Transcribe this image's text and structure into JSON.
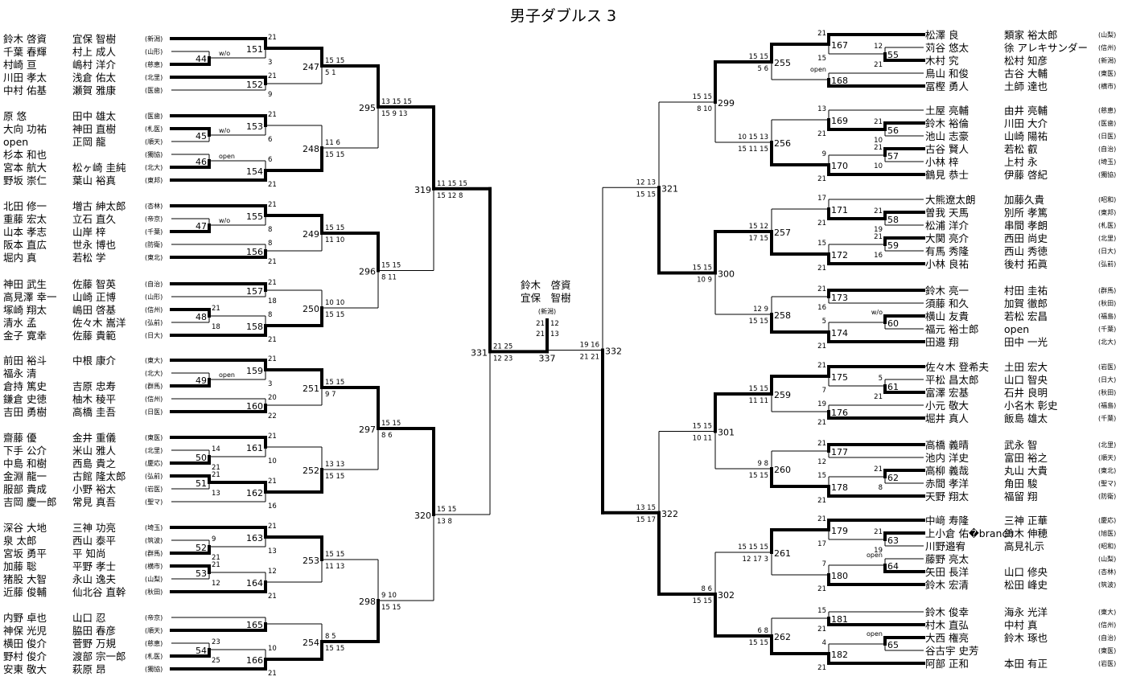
{
  "title": "男子ダブルス 3",
  "champion": {
    "n1": "鈴木　啓資",
    "n2": "宜保　智樹",
    "aff": "(新潟)"
  },
  "left": {
    "players": [
      {
        "n1": "鈴木 啓資",
        "n2": "宜保 智樹",
        "aff": "(新潟)"
      },
      {
        "n1": "千葉 春輝",
        "n2": "村上 成人",
        "aff": "(山形)"
      },
      {
        "n1": "村崎 亘",
        "n2": "嶋村 洋介",
        "aff": "(慈恵)"
      },
      {
        "n1": "川田 孝太",
        "n2": "浅倉 佑太",
        "aff": "(北里)"
      },
      {
        "n1": "中村 佑基",
        "n2": "瀬賀 雅康",
        "aff": "(医歯)"
      },
      {
        "n1": "原 悠",
        "n2": "田中 雄太",
        "aff": "(医歯)"
      },
      {
        "n1": "大向 功祐",
        "n2": "神田 直樹",
        "aff": "(札医)"
      },
      {
        "n1": "open",
        "n2": "正岡 龍",
        "aff": "(順天)"
      },
      {
        "n1": "杉本 和也",
        "n2": "",
        "aff": "(獨協)"
      },
      {
        "n1": "宮本 航大",
        "n2": "松ヶ崎 圭純",
        "aff": "(北大)"
      },
      {
        "n1": "野坂 崇仁",
        "n2": "葉山 裕真",
        "aff": "(東邦)"
      },
      {
        "n1": "北田 修一",
        "n2": "増古 紳太郎",
        "aff": "(杏林)"
      },
      {
        "n1": "重藤 宏太",
        "n2": "立石 直久",
        "aff": "(帝京)"
      },
      {
        "n1": "山本 孝志",
        "n2": "山岸 梓",
        "aff": "(千葉)"
      },
      {
        "n1": "阪本 直広",
        "n2": "世永 博也",
        "aff": "(防衛)"
      },
      {
        "n1": "堀内 真",
        "n2": "若松 学",
        "aff": "(東北)"
      },
      {
        "n1": "神田 武生",
        "n2": "佐藤 智英",
        "aff": "(自治)"
      },
      {
        "n1": "高見澤 幸一",
        "n2": "山崎 正博",
        "aff": "(山形)"
      },
      {
        "n1": "塚崎 翔太",
        "n2": "嶋田 啓基",
        "aff": "(信州)"
      },
      {
        "n1": "清水 孟",
        "n2": "佐々木 嵩洋",
        "aff": "(弘前)"
      },
      {
        "n1": "金子 寛幸",
        "n2": "佐藤 貴範",
        "aff": "(日大)"
      },
      {
        "n1": "前田 裕斗",
        "n2": "中根 康介",
        "aff": "(東大)"
      },
      {
        "n1": "福永 清",
        "n2": "",
        "aff": "(北大)"
      },
      {
        "n1": "倉持 篤史",
        "n2": "吉原 忠寿",
        "aff": "(群馬)"
      },
      {
        "n1": "鎌倉 史徳",
        "n2": "柚木 稜平",
        "aff": "(信州)"
      },
      {
        "n1": "吉田 勇樹",
        "n2": "高橋 圭吾",
        "aff": "(日医)"
      },
      {
        "n1": "齋藤 優",
        "n2": "金井 重儀",
        "aff": "(東医)"
      },
      {
        "n1": "下手 公介",
        "n2": "米山 雅人",
        "aff": "(北里)"
      },
      {
        "n1": "中島 和樹",
        "n2": "西島 貴之",
        "aff": "(慶応)"
      },
      {
        "n1": "金淵 龍一",
        "n2": "古館 隆太郎",
        "aff": "(弘前)"
      },
      {
        "n1": "服部 貴成",
        "n2": "小野 裕太",
        "aff": "(岩医)"
      },
      {
        "n1": "吉岡 慶一郎",
        "n2": "常見 真吾",
        "aff": "(聖マ)"
      },
      {
        "n1": "深谷 大地",
        "n2": "三神 功亮",
        "aff": "(埼玉)"
      },
      {
        "n1": "泉 太郎",
        "n2": "西山 泰平",
        "aff": "(筑波)"
      },
      {
        "n1": "宮坂 勇平",
        "n2": "平 知尚",
        "aff": "(群馬)"
      },
      {
        "n1": "加藤 聡",
        "n2": "平野 孝士",
        "aff": "(横市)"
      },
      {
        "n1": "猪股 大智",
        "n2": "永山 逸夫",
        "aff": "(山梨)"
      },
      {
        "n1": "近藤 俊輔",
        "n2": "仙北谷 直幹",
        "aff": "(秋田)"
      },
      {
        "n1": "内野 卓也",
        "n2": "山口 忍",
        "aff": "(帝京)"
      },
      {
        "n1": "神保 光児",
        "n2": "脇田 春彦",
        "aff": "(順天)"
      },
      {
        "n1": "横田 俊介",
        "n2": "菅野 万規",
        "aff": "(慈恵)"
      },
      {
        "n1": "野村 俊介",
        "n2": "渡部 宗一郎",
        "aff": "(札医)"
      },
      {
        "n1": "安東 敬大",
        "n2": "萩原 昂",
        "aff": "(獨協)"
      }
    ]
  },
  "right": {
    "players": [
      {
        "n1": "松澤 良",
        "n2": "類家 裕太郎",
        "aff": "(山梨)"
      },
      {
        "n1": "苅谷 悠太",
        "n2": "徐 アレキサンダー",
        "aff": "(信州)"
      },
      {
        "n1": "木村 究",
        "n2": "松村 知彦",
        "aff": "(新潟)"
      },
      {
        "n1": "鳥山 和俊",
        "n2": "古谷 大輔",
        "aff": "(東医)"
      },
      {
        "n1": "冨樫 勇人",
        "n2": "土師 達也",
        "aff": "(横市)"
      },
      {
        "n1": "土屋 亮輔",
        "n2": "由井 亮輔",
        "aff": "(慈恵)"
      },
      {
        "n1": "鈴木 裕倫",
        "n2": "川田 大介",
        "aff": "(医歯)"
      },
      {
        "n1": "池山 志豪",
        "n2": "山崎 陽祐",
        "aff": "(日医)"
      },
      {
        "n1": "古谷 賢人",
        "n2": "若松 叡",
        "aff": "(自治)"
      },
      {
        "n1": "小林 梓",
        "n2": "上村 永",
        "aff": "(埼玉)"
      },
      {
        "n1": "鶴見 恭士",
        "n2": "伊藤 啓紀",
        "aff": "(獨協)"
      },
      {
        "n1": "大熊遼太朗",
        "n2": "加藤久貴",
        "aff": "(昭和)"
      },
      {
        "n1": "曽我 天馬",
        "n2": "別所 孝篤",
        "aff": "(東邦)"
      },
      {
        "n1": "松浦 洋介",
        "n2": "串間 孝朗",
        "aff": "(札医)"
      },
      {
        "n1": "大関 亮介",
        "n2": "西田 尚史",
        "aff": "(北里)"
      },
      {
        "n1": "有馬 秀隆",
        "n2": "西山 秀徳",
        "aff": "(日大)"
      },
      {
        "n1": "小林 良祐",
        "n2": "後村 拓眞",
        "aff": "(弘前)"
      },
      {
        "n1": "鈴木 亮一",
        "n2": "村田 圭祐",
        "aff": "(群馬)"
      },
      {
        "n1": "須藤 和久",
        "n2": "加賀 徹郎",
        "aff": "(秋田)"
      },
      {
        "n1": "横山 友貴",
        "n2": "若松 宏昌",
        "aff": "(福島)"
      },
      {
        "n1": "福元 裕士郎",
        "n2": "open",
        "aff": "(千葉)"
      },
      {
        "n1": "田邉 翔",
        "n2": "田中 一光",
        "aff": "(北大)"
      },
      {
        "n1": "佐々木 登希夫",
        "n2": "土田 宏大",
        "aff": "(岩医)"
      },
      {
        "n1": "平松 昌太郎",
        "n2": "山口 智央",
        "aff": "(日大)"
      },
      {
        "n1": "富澤 宏基",
        "n2": "石井 良明",
        "aff": "(秋田)"
      },
      {
        "n1": "小元 敬大",
        "n2": "小名木 彰史",
        "aff": "(福島)"
      },
      {
        "n1": "堀井 真人",
        "n2": "飯島 雄太",
        "aff": "(千葉)"
      },
      {
        "n1": "高橋 義晴",
        "n2": "武永 智",
        "aff": "(北里)"
      },
      {
        "n1": "池内 洋史",
        "n2": "富田 裕之",
        "aff": "(順天)"
      },
      {
        "n1": "高柳 義哉",
        "n2": "丸山 大貴",
        "aff": "(東北)"
      },
      {
        "n1": "赤間 孝洋",
        "n2": "角田 駿",
        "aff": "(聖マ)"
      },
      {
        "n1": "天野 翔太",
        "n2": "福留 翔",
        "aff": "(防衛)"
      },
      {
        "n1": "中﨑 寿隆",
        "n2": "三神 正華",
        "aff": "(慶応)"
      },
      {
        "n1": "上小倉 佑�branch",
        "n2": "鈴木 伸穂",
        "aff": "(旭医)"
      },
      {
        "n1": "川野邉宥",
        "n2": "高見礼示",
        "aff": "(昭和)"
      },
      {
        "n1": "藤野 亮太",
        "n2": "",
        "aff": "(山梨)"
      },
      {
        "n1": "矢田 長洋",
        "n2": "山口 修央",
        "aff": "(杏林)"
      },
      {
        "n1": "鈴木 宏清",
        "n2": "松田 峰史",
        "aff": "(筑波)"
      },
      {
        "n1": "鈴木 俊幸",
        "n2": "海永 光洋",
        "aff": "(東大)"
      },
      {
        "n1": "村木 直弘",
        "n2": "中村 真",
        "aff": "(信州)"
      },
      {
        "n1": "大西 権亮",
        "n2": "鈴木 琢也",
        "aff": "(自治)"
      },
      {
        "n1": "谷古宇 史芳",
        "n2": "",
        "aff": "(東医)"
      },
      {
        "n1": "阿部 正和",
        "n2": "本田 有正",
        "aff": "(岩医)"
      }
    ]
  },
  "matches": {
    "m44": {
      "label": "44",
      "t": "",
      "b": "",
      "note": "w/o"
    },
    "m45": {
      "label": "45",
      "t": "",
      "b": "",
      "note": "w/o"
    },
    "m46": {
      "label": "46",
      "t": "",
      "b": "",
      "note": "open"
    },
    "m47": {
      "label": "47",
      "t": "",
      "b": "",
      "note": "w/o"
    },
    "m48": {
      "label": "48",
      "t": "21",
      "b": "18",
      "note": ""
    },
    "m49": {
      "label": "49",
      "t": "",
      "b": "",
      "note": "open"
    },
    "m50": {
      "label": "50",
      "t": "14",
      "b": "21",
      "note": ""
    },
    "m51": {
      "label": "51",
      "t": "21",
      "b": "13",
      "note": ""
    },
    "m52": {
      "label": "52",
      "t": "9",
      "b": "21",
      "note": ""
    },
    "m53": {
      "label": "53",
      "t": "21",
      "b": "12",
      "note": ""
    },
    "m54": {
      "label": "54",
      "t": "23",
      "b": "25",
      "note": ""
    },
    "m151": {
      "label": "151",
      "t": "21",
      "b": "3",
      "note": ""
    },
    "m152": {
      "label": "152",
      "t": "21",
      "b": "9",
      "note": ""
    },
    "m153": {
      "label": "153",
      "t": "21",
      "b": "6",
      "note": ""
    },
    "m154": {
      "label": "154",
      "t": "6",
      "b": "21",
      "note": ""
    },
    "m155": {
      "label": "155",
      "t": "21",
      "b": "8",
      "note": ""
    },
    "m156": {
      "label": "156",
      "t": "8",
      "b": "21",
      "note": ""
    },
    "m157": {
      "label": "157",
      "t": "21",
      "b": "18",
      "note": ""
    },
    "m158": {
      "label": "158",
      "t": "8",
      "b": "21",
      "note": ""
    },
    "m159": {
      "label": "159",
      "t": "21",
      "b": "3",
      "note": ""
    },
    "m160": {
      "label": "160",
      "t": "20",
      "b": "22",
      "note": ""
    },
    "m161": {
      "label": "161",
      "t": "21",
      "b": "10",
      "note": ""
    },
    "m162": {
      "label": "162",
      "t": "21",
      "b": "16",
      "note": ""
    },
    "m163": {
      "label": "163",
      "t": "21",
      "b": "13",
      "note": ""
    },
    "m164": {
      "label": "164",
      "t": "12",
      "b": "21",
      "note": ""
    },
    "m165": {
      "label": "165",
      "t": "",
      "b": "",
      "note": ""
    },
    "m166": {
      "label": "166",
      "t": "10",
      "b": "21",
      "note": ""
    },
    "m247": {
      "label": "247",
      "t": "15 15",
      "b": "5 1",
      "note": ""
    },
    "m248": {
      "label": "248",
      "t": "11 6",
      "b": "15 15",
      "note": ""
    },
    "m249": {
      "label": "249",
      "t": "15 15",
      "b": "11 10",
      "note": ""
    },
    "m250": {
      "label": "250",
      "t": "10 10",
      "b": "15 15",
      "note": ""
    },
    "m251": {
      "label": "251",
      "t": "15 15",
      "b": "9 7",
      "note": ""
    },
    "m252": {
      "label": "252",
      "t": "13 13",
      "b": "15 15",
      "note": ""
    },
    "m253": {
      "label": "253",
      "t": "15 15",
      "b": "11 13",
      "note": ""
    },
    "m254": {
      "label": "254",
      "t": "8 5",
      "b": "15 15",
      "note": ""
    },
    "m295": {
      "label": "295",
      "t": "13 15 15",
      "b": "15 9 13",
      "note": ""
    },
    "m296": {
      "label": "296",
      "t": "15 15",
      "b": "8 11",
      "note": ""
    },
    "m297": {
      "label": "297",
      "t": "15 15",
      "b": "8 6",
      "note": ""
    },
    "m298": {
      "label": "298",
      "t": "9 10",
      "b": "15 15",
      "note": ""
    },
    "m319": {
      "label": "319",
      "t": "11 15 15",
      "b": "15 12 8",
      "note": ""
    },
    "m320": {
      "label": "320",
      "t": "15 15",
      "b": "13 8",
      "note": ""
    },
    "m331": {
      "label": "331",
      "t": "21 25",
      "b": "12 23",
      "note": ""
    },
    "m55": {
      "label": "55",
      "t": "12",
      "b": "21",
      "note": ""
    },
    "m56": {
      "label": "56",
      "t": "21",
      "b": "10",
      "note": ""
    },
    "m57": {
      "label": "57",
      "t": "21",
      "b": "10",
      "note": ""
    },
    "m58": {
      "label": "58",
      "t": "21",
      "b": "19",
      "note": ""
    },
    "m59": {
      "label": "59",
      "t": "21",
      "b": "16",
      "note": ""
    },
    "m60": {
      "label": "60",
      "t": "",
      "b": "",
      "note": "w/o"
    },
    "m61": {
      "label": "61",
      "t": "5",
      "b": "21",
      "note": ""
    },
    "m62": {
      "label": "62",
      "t": "21",
      "b": "8",
      "note": ""
    },
    "m63": {
      "label": "63",
      "t": "21",
      "b": "19",
      "note": ""
    },
    "m64": {
      "label": "64",
      "t": "",
      "b": "",
      "note": "open"
    },
    "m65": {
      "label": "65",
      "t": "",
      "b": "",
      "note": "open"
    },
    "m167": {
      "label": "167",
      "t": "21",
      "b": "15",
      "note": ""
    },
    "m168": {
      "label": "168",
      "t": "",
      "b": "",
      "note": "open"
    },
    "m169": {
      "label": "169",
      "t": "13",
      "b": "21",
      "note": ""
    },
    "m170": {
      "label": "170",
      "t": "9",
      "b": "21",
      "note": ""
    },
    "m171": {
      "label": "171",
      "t": "17",
      "b": "21",
      "note": ""
    },
    "m172": {
      "label": "172",
      "t": "15",
      "b": "21",
      "note": ""
    },
    "m173": {
      "label": "173",
      "t": "21",
      "b": "16",
      "note": ""
    },
    "m174": {
      "label": "174",
      "t": "5",
      "b": "21",
      "note": ""
    },
    "m175": {
      "label": "175",
      "t": "21",
      "b": "7",
      "note": ""
    },
    "m176": {
      "label": "176",
      "t": "19",
      "b": "21",
      "note": ""
    },
    "m177": {
      "label": "177",
      "t": "21",
      "b": "12",
      "note": ""
    },
    "m178": {
      "label": "178",
      "t": "15",
      "b": "21",
      "note": ""
    },
    "m179": {
      "label": "179",
      "t": "21",
      "b": "17",
      "note": ""
    },
    "m180": {
      "label": "180",
      "t": "7",
      "b": "21",
      "note": ""
    },
    "m181": {
      "label": "181",
      "t": "15",
      "b": "21",
      "note": ""
    },
    "m182": {
      "label": "182",
      "t": "4",
      "b": "21",
      "note": ""
    },
    "m255": {
      "label": "255",
      "t": "15 15",
      "b": "5 6",
      "note": ""
    },
    "m256": {
      "label": "256",
      "t": "10 15 13",
      "b": "15 11 15",
      "note": ""
    },
    "m257": {
      "label": "257",
      "t": "15 12",
      "b": "17 15",
      "note": ""
    },
    "m258": {
      "label": "258",
      "t": "12 9",
      "b": "15 15",
      "note": ""
    },
    "m259": {
      "label": "259",
      "t": "15 15",
      "b": "11 11",
      "note": ""
    },
    "m260": {
      "label": "260",
      "t": "9 8",
      "b": "15 15",
      "note": ""
    },
    "m261": {
      "label": "261",
      "t": "15 15 15",
      "b": "12 17 3",
      "note": ""
    },
    "m262": {
      "label": "262",
      "t": "6 8",
      "b": "15 15",
      "note": ""
    },
    "m299": {
      "label": "299",
      "t": "15 15",
      "b": "8 10",
      "note": ""
    },
    "m300": {
      "label": "300",
      "t": "15 15",
      "b": "10 9",
      "note": ""
    },
    "m301": {
      "label": "301",
      "t": "15 15",
      "b": "10 11",
      "note": ""
    },
    "m302": {
      "label": "302",
      "t": "8 6",
      "b": "15 15",
      "note": ""
    },
    "m321": {
      "label": "321",
      "t": "12 13",
      "b": "15 15",
      "note": ""
    },
    "m322": {
      "label": "322",
      "t": "13 15",
      "b": "15 17",
      "note": ""
    },
    "m332": {
      "label": "332",
      "t": "19 16",
      "b": "21 21",
      "note": ""
    },
    "m337": {
      "label": "337",
      "left": [
        "21",
        "21"
      ],
      "right": [
        "12",
        "13"
      ]
    }
  }
}
